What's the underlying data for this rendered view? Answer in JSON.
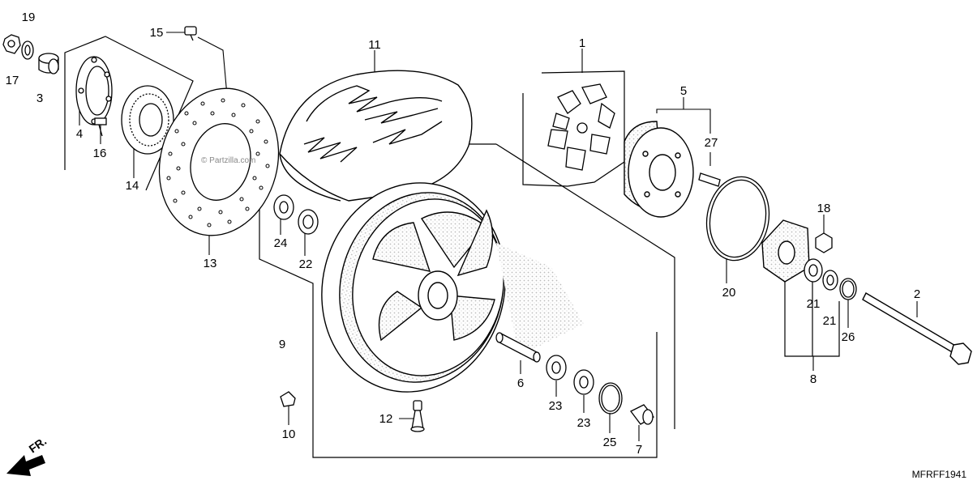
{
  "diagram": {
    "code": "MFRFF1941",
    "direction_label": "FR.",
    "watermark": "© Partzilla.com",
    "callouts": [
      "1",
      "2",
      "3",
      "4",
      "5",
      "6",
      "7",
      "8",
      "9",
      "10",
      "11",
      "12",
      "13",
      "14",
      "15",
      "16",
      "17",
      "18",
      "19",
      "20",
      "21",
      "21",
      "22",
      "23",
      "23",
      "24",
      "25",
      "26",
      "27"
    ]
  }
}
